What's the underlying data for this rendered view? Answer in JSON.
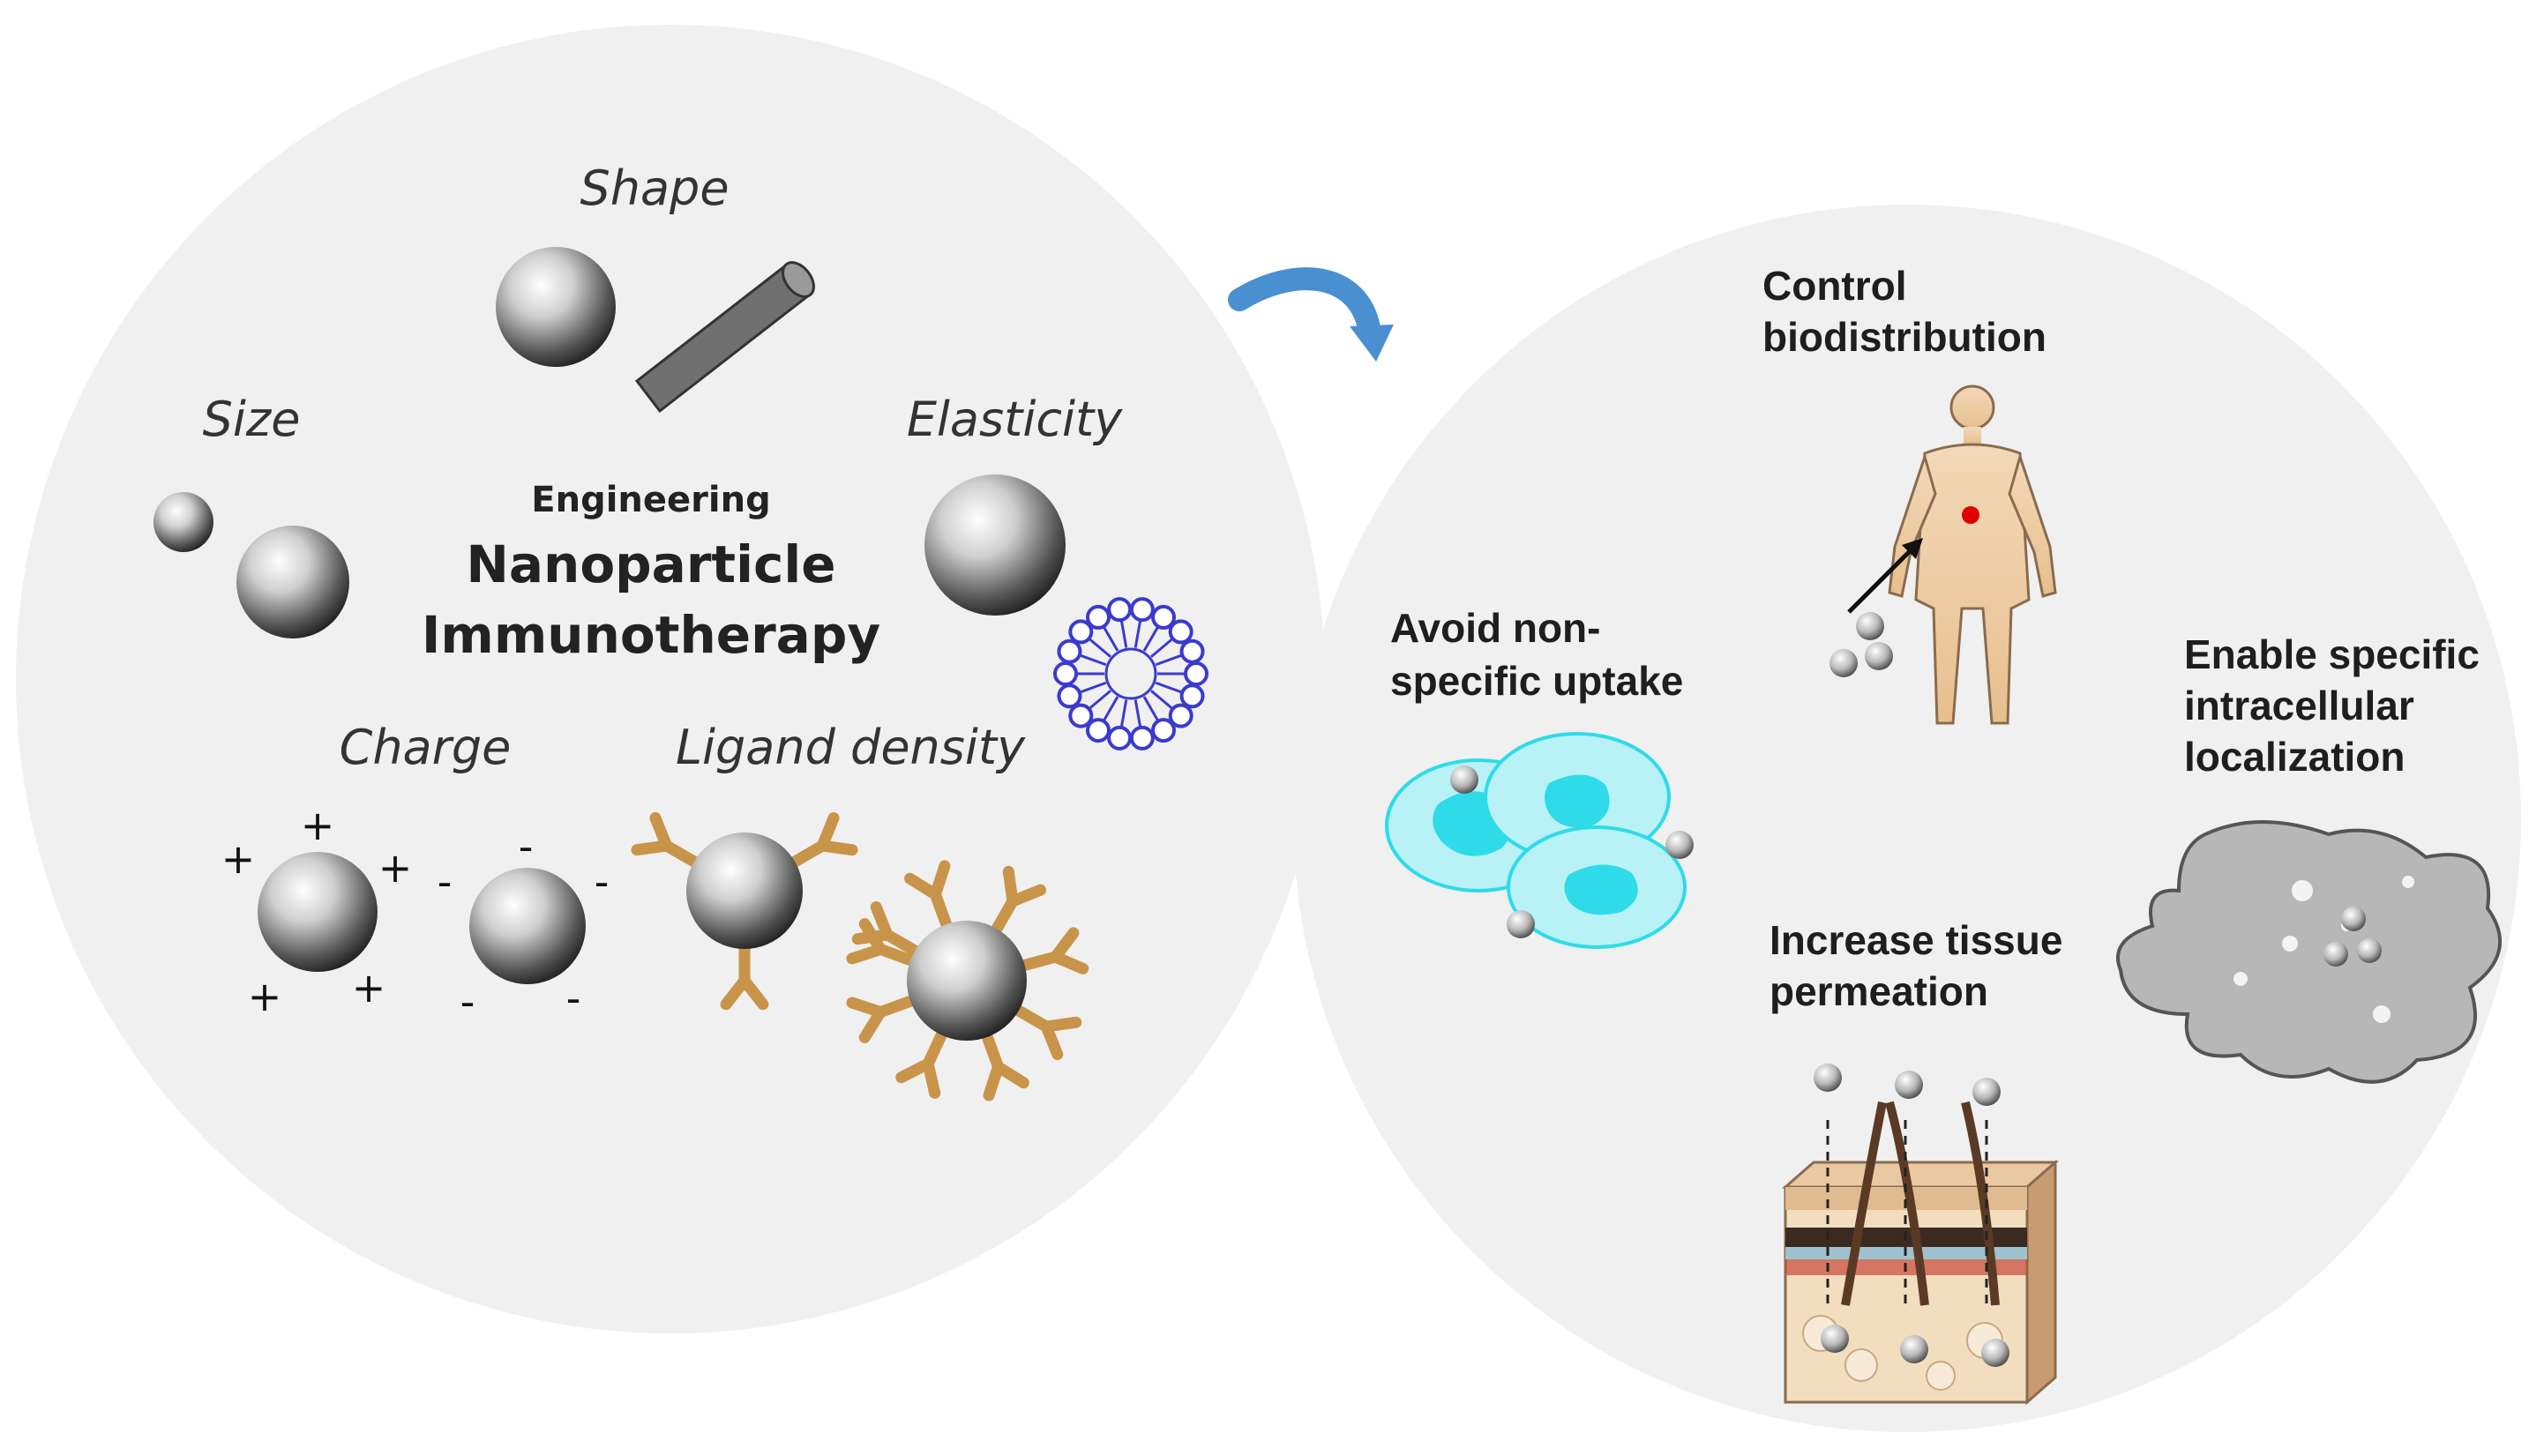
{
  "left_panel": {
    "center_small": "Engineering",
    "center_line1": "Nanoparticle",
    "center_line2": "Immunotherapy",
    "properties": {
      "shape": "Shape",
      "size": "Size",
      "elasticity": "Elasticity",
      "charge": "Charge",
      "ligand_density": "Ligand density"
    },
    "charge_plus": "+",
    "charge_minus": "-"
  },
  "right_panel": {
    "control_biodistribution": [
      "Control",
      "biodistribution"
    ],
    "avoid_uptake": [
      "Avoid non-",
      "specific uptake"
    ],
    "enable_localization": [
      "Enable specific",
      "intracellular",
      "localization"
    ],
    "tissue_permeation": [
      "Increase tissue",
      "permeation"
    ]
  },
  "colors": {
    "panel_bg": "#f0f0f0",
    "arrow": "#4a90d0",
    "ligand": "#c8944a",
    "liposome": "#3a3ad0",
    "cell": "#2fdbe8",
    "injection_site": "#e00000"
  }
}
